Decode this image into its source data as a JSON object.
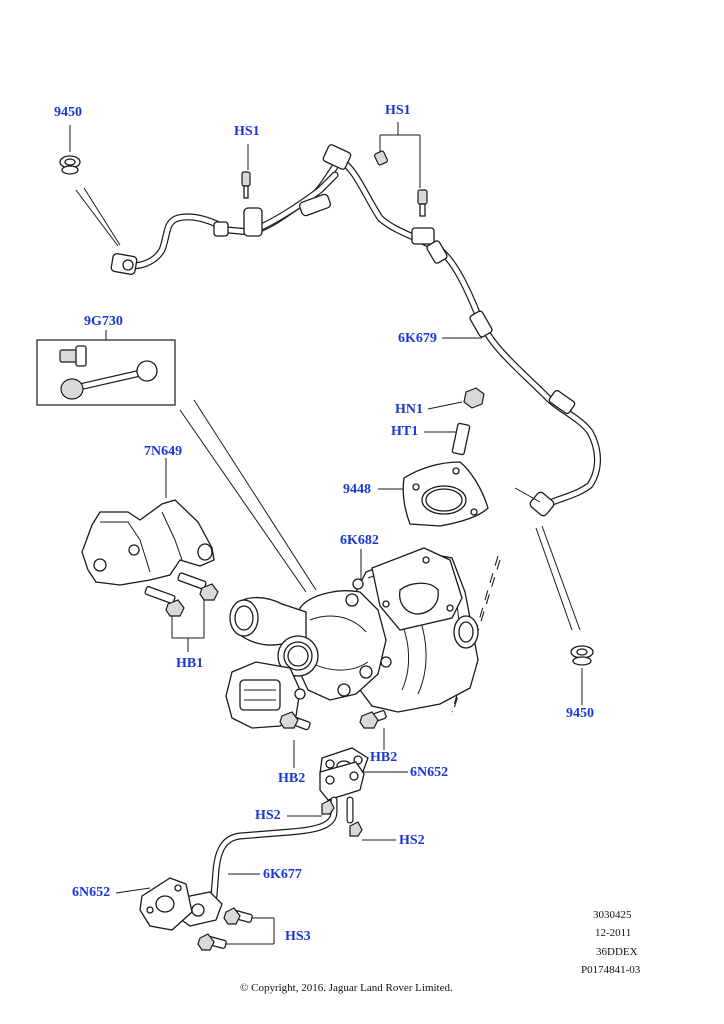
{
  "colors": {
    "callout": "#1a37d6",
    "line": "#1a1a1a",
    "background": "#ffffff"
  },
  "callouts": {
    "c9450_top": "9450",
    "hs1_left": "HS1",
    "hs1_right": "HS1",
    "c9g730": "9G730",
    "c6k679": "6K679",
    "hn1": "HN1",
    "ht1": "HT1",
    "c7n649": "7N649",
    "c9448": "9448",
    "c6k682": "6K682",
    "hb1": "HB1",
    "c9450_right": "9450",
    "hb2_right": "HB2",
    "hb2_left": "HB2",
    "c6n652_right": "6N652",
    "hs2_left": "HS2",
    "hs2_right": "HS2",
    "c6k677": "6K677",
    "c6n652_left": "6N652",
    "hs3": "HS3"
  },
  "meta": {
    "code1": "3030425",
    "date": "12-2011",
    "model": "36DDEX",
    "ref": "P0174841-03"
  },
  "copyright": "© Copyright, 2016. Jaguar Land Rover Limited."
}
